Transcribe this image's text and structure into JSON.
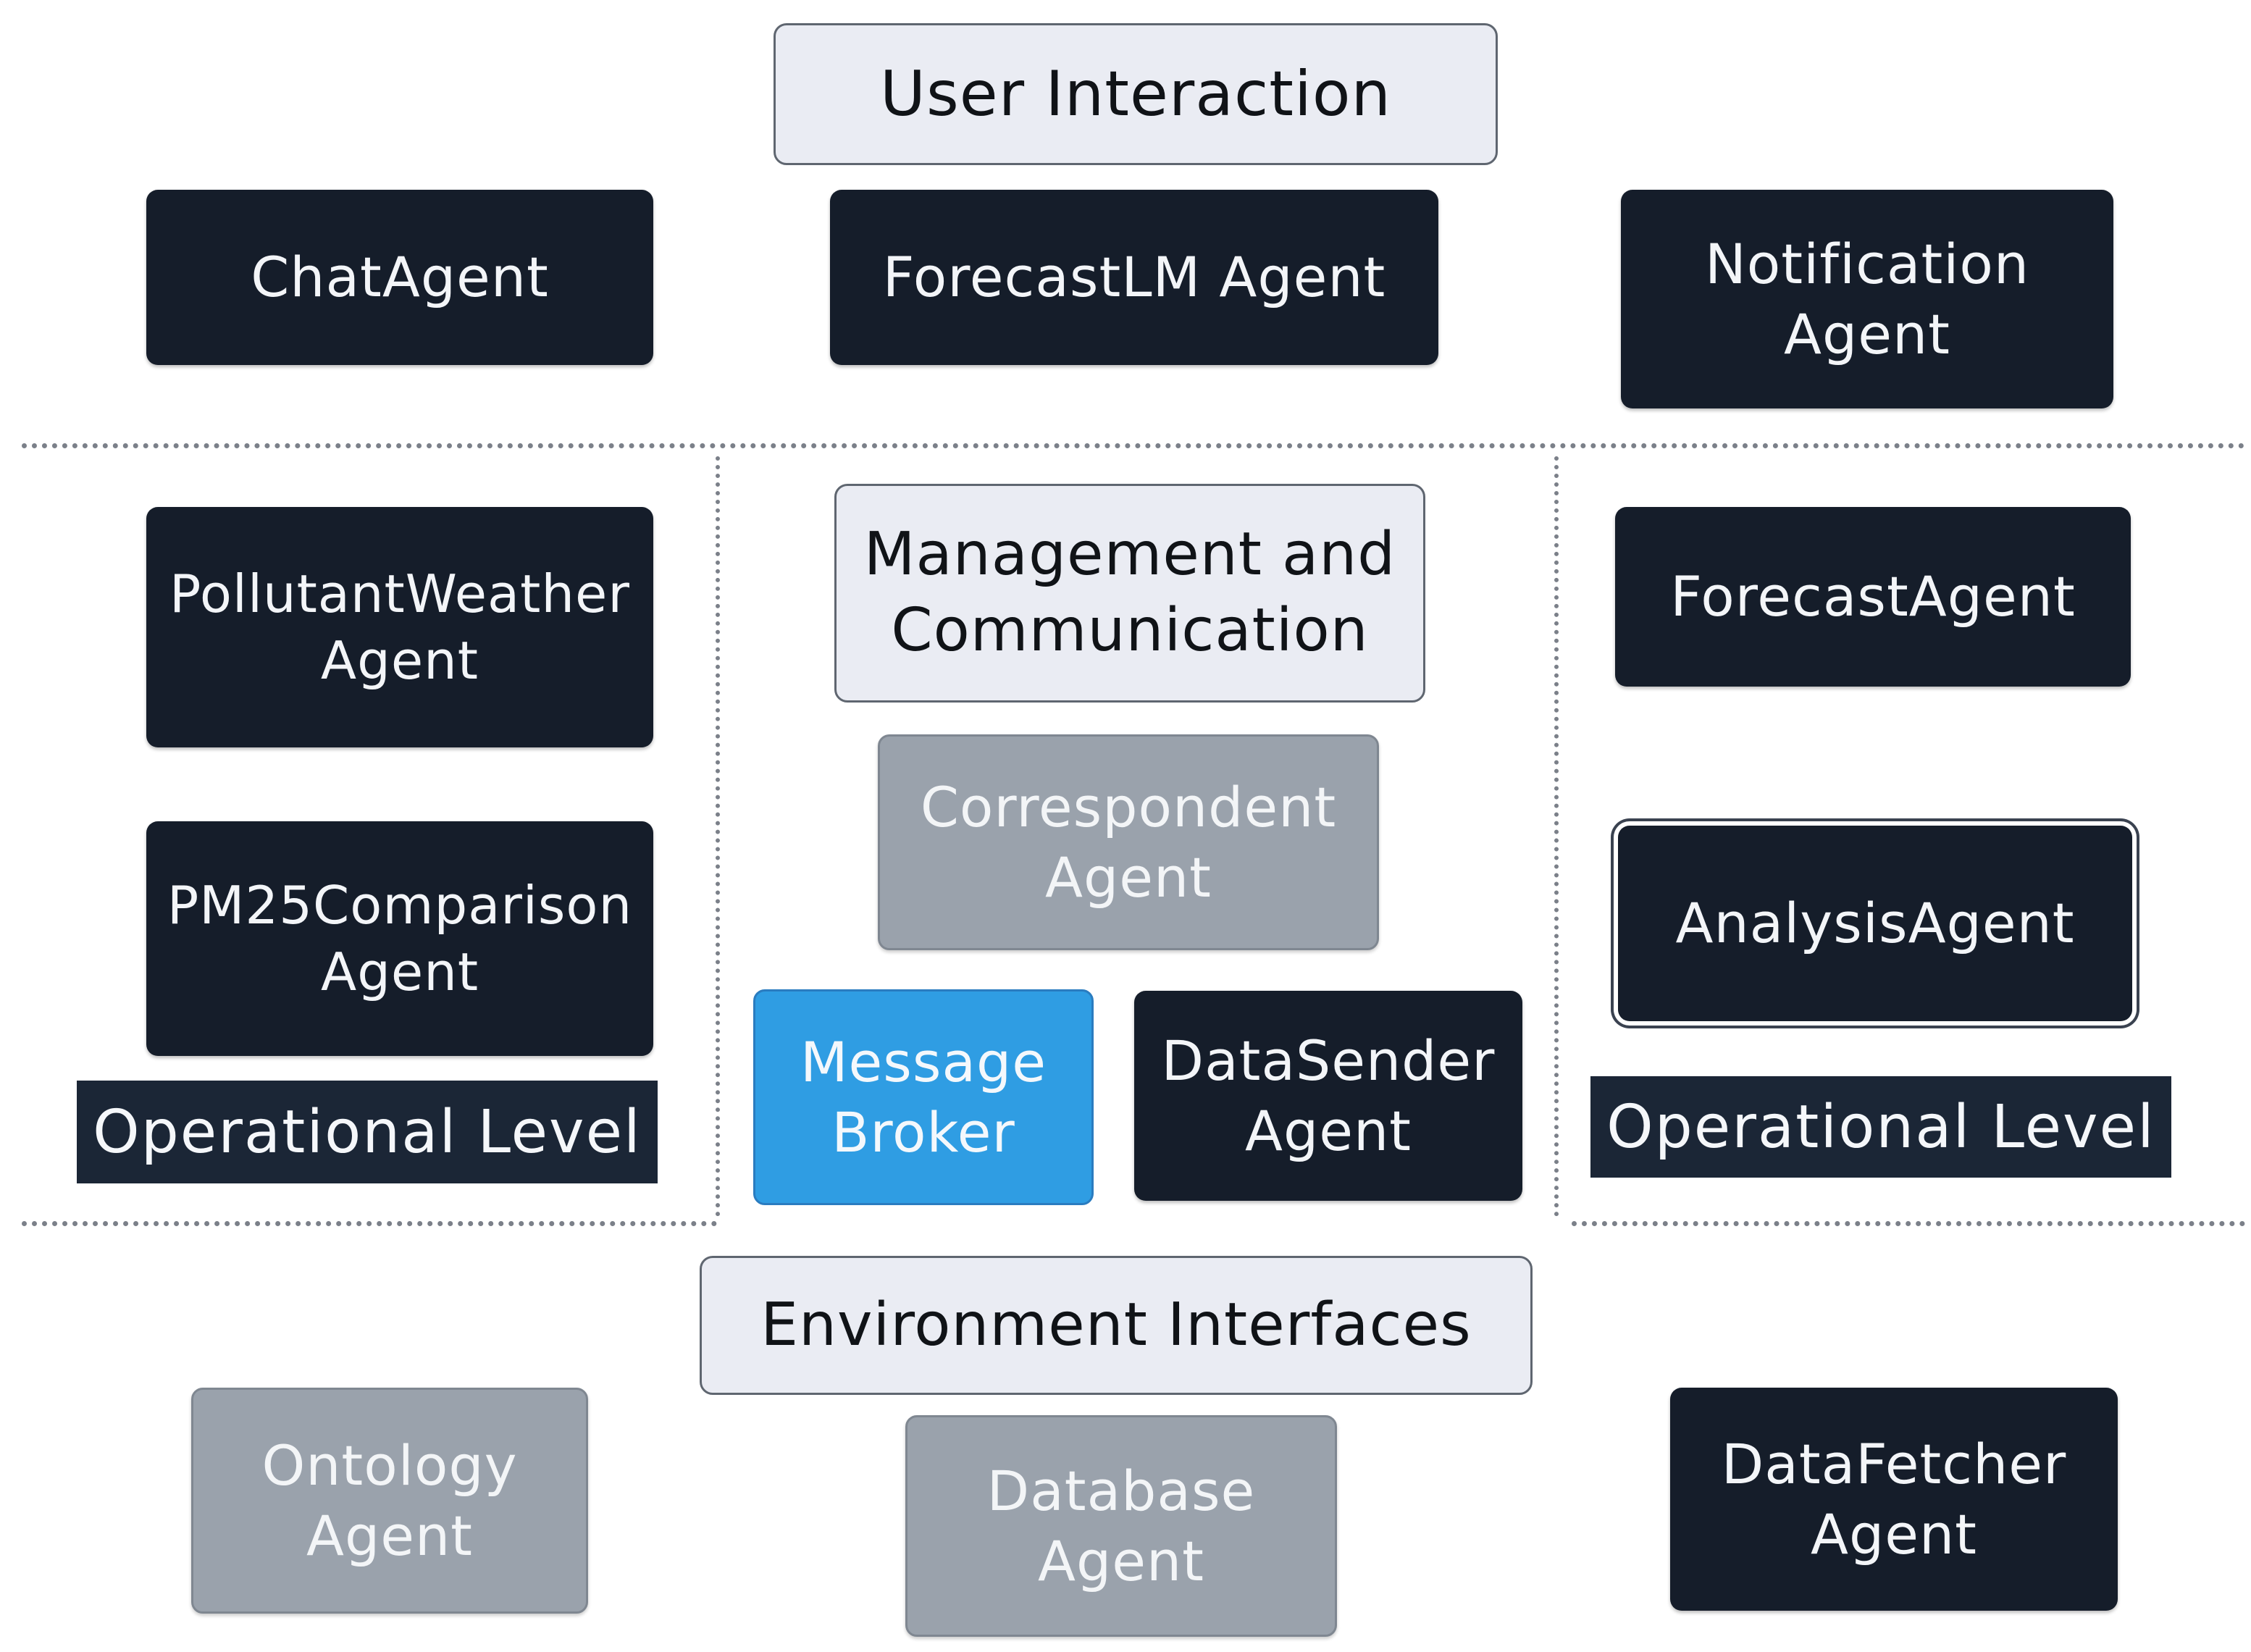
{
  "sections": {
    "user_interaction": "User Interaction",
    "management_communication": "Management and\nCommunication",
    "environment_interfaces": "Environment Interfaces"
  },
  "agents": {
    "chat": "ChatAgent",
    "forecastlm": "ForecastLM Agent",
    "notification": "Notification\nAgent",
    "pollutant_weather": "PollutantWeather\nAgent",
    "pm25_comparison": "PM25Comparison\nAgent",
    "correspondent": "Correspondent\nAgent",
    "message_broker": "Message\nBroker",
    "data_sender": "DataSender\nAgent",
    "forecast": "ForecastAgent",
    "analysis": "AnalysisAgent",
    "ontology": "Ontology\nAgent",
    "database": "Database\nAgent",
    "data_fetcher": "DataFetcher\nAgent"
  },
  "level_labels": {
    "left": "Operational Level",
    "right": "Operational Level"
  },
  "colors": {
    "dark_box": "#151d2a",
    "gray_box": "#9aa2ac",
    "light_box": "#eaecf3",
    "broker_blue": "#2f9de3"
  }
}
